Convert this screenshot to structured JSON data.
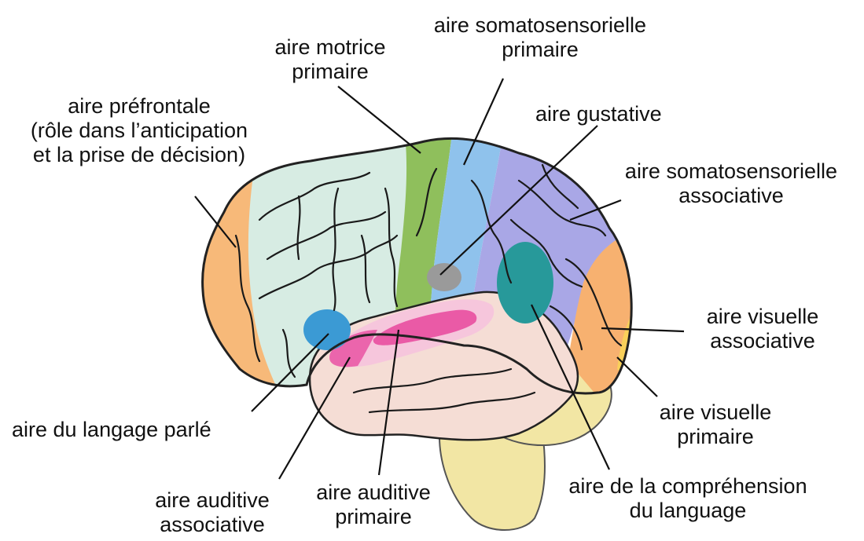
{
  "colors": {
    "prefrontal": "#d7ece3",
    "frontal_edge": "#f7b979",
    "motor": "#8fbf5c",
    "somatosensory_primary": "#8fc2ec",
    "somatosensory_assoc": "#a9a7e6",
    "gustatory": "#9a9a9a",
    "language_spoken": "#3b9ad4",
    "auditory_primary": "#ea5aa6",
    "auditory_assoc": "#f6c6dc",
    "comprehension": "#27999a",
    "visual_assoc": "#f7b170",
    "visual_primary": "#f9d05a",
    "temporal": "#f5ddd5",
    "cerebellum": "#f2e6a4",
    "sulci": "#1a1a1a"
  },
  "labels": {
    "prefrontal": {
      "lines": [
        "aire préfrontale",
        "(rôle dans l’anticipation",
        "et la prise de décision)"
      ]
    },
    "motor": {
      "lines": [
        "aire motrice",
        "primaire"
      ]
    },
    "somato_primary": {
      "lines": [
        "aire somatosensorielle",
        "primaire"
      ]
    },
    "gustatory": {
      "lines": [
        "aire gustative"
      ]
    },
    "somato_assoc": {
      "lines": [
        "aire somatosensorielle",
        "associative"
      ]
    },
    "visual_assoc": {
      "lines": [
        "aire visuelle",
        "associative"
      ]
    },
    "visual_primary": {
      "lines": [
        "aire visuelle",
        "primaire"
      ]
    },
    "language": {
      "lines": [
        "aire du langage parlé"
      ]
    },
    "auditory_assoc": {
      "lines": [
        "aire auditive",
        "associative"
      ]
    },
    "auditory_primary": {
      "lines": [
        "aire auditive",
        "primaire"
      ]
    },
    "comprehension": {
      "lines": [
        "aire de la compréhension",
        "du language"
      ]
    }
  }
}
